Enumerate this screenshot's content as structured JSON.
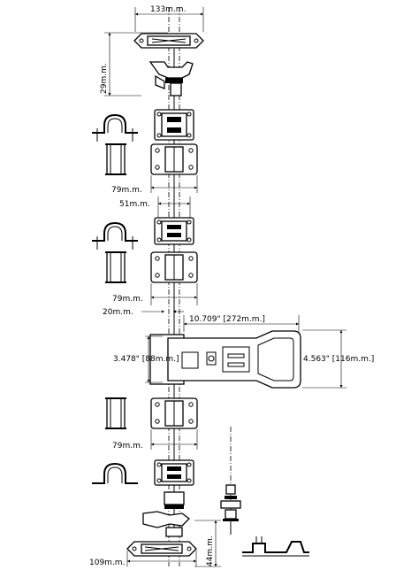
{
  "dimensions": {
    "top_width": "133m.m.",
    "handle_offset": "29m.m.",
    "keeper_width_1": "79m.m.",
    "keeper_inner_1": "51m.m.",
    "keeper_width_2": "79m.m.",
    "offset_20": "20m.m.",
    "handle_length": "10.709\" [272m.m.]",
    "handle_inner_height": "3.478\" [88m.m.]",
    "handle_height": "4.563\" [116m.m.]",
    "keeper_width_3": "79m.m.",
    "bottom_width": "109m.m.",
    "bottom_height": "44m.m."
  }
}
